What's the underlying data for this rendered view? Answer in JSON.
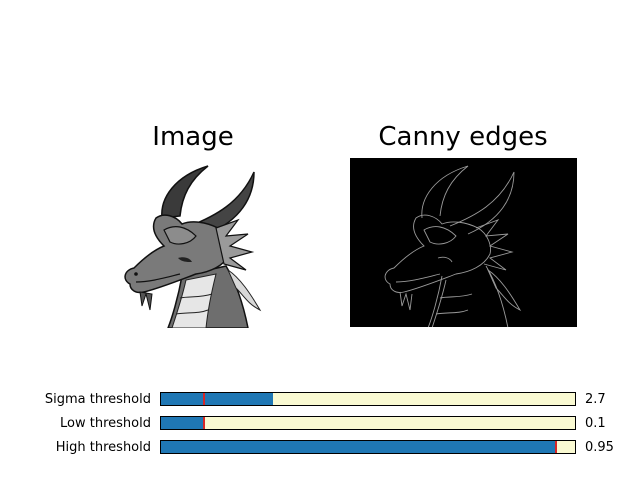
{
  "panels": {
    "left_title": "Image",
    "right_title": "Canny edges"
  },
  "sliders": [
    {
      "label": "Sigma threshold",
      "value_text": "2.7",
      "fill_fraction": 0.27,
      "initial_fraction": 0.103
    },
    {
      "label": "Low threshold",
      "value_text": "0.1",
      "fill_fraction": 0.103,
      "initial_fraction": 0.103
    },
    {
      "label": "High threshold",
      "value_text": "0.95",
      "fill_fraction": 0.953,
      "initial_fraction": 0.953
    }
  ],
  "colors": {
    "slider_fill": "#1f77b4",
    "slider_track": "#fafad2",
    "slider_marker": "#d62728",
    "edge_background": "#000000"
  }
}
